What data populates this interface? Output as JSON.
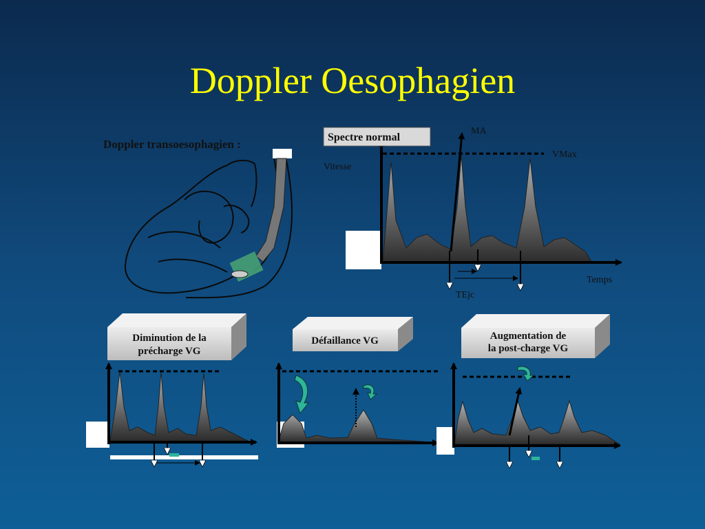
{
  "title": "Doppler Oesophagien",
  "heart_caption": "Doppler transoesophagien :",
  "main_chart": {
    "box_label": "Spectre normal",
    "y_label": "Vitesse",
    "x_label": "Temps",
    "max_arrow_label": "MA",
    "vmax_label": "VMax",
    "tejc_label": "TEjc"
  },
  "panels": [
    {
      "label_line1": "Diminution de la",
      "label_line2": "précharge VG"
    },
    {
      "label_line1": "Défaillance VG",
      "label_line2": ""
    },
    {
      "label_line1": "Augmentation de",
      "label_line2": "la post-charge VG"
    }
  ],
  "colors": {
    "title": "#ffff00",
    "arrow_green": "#2fb59a",
    "label_box": "#d9d9d9"
  }
}
